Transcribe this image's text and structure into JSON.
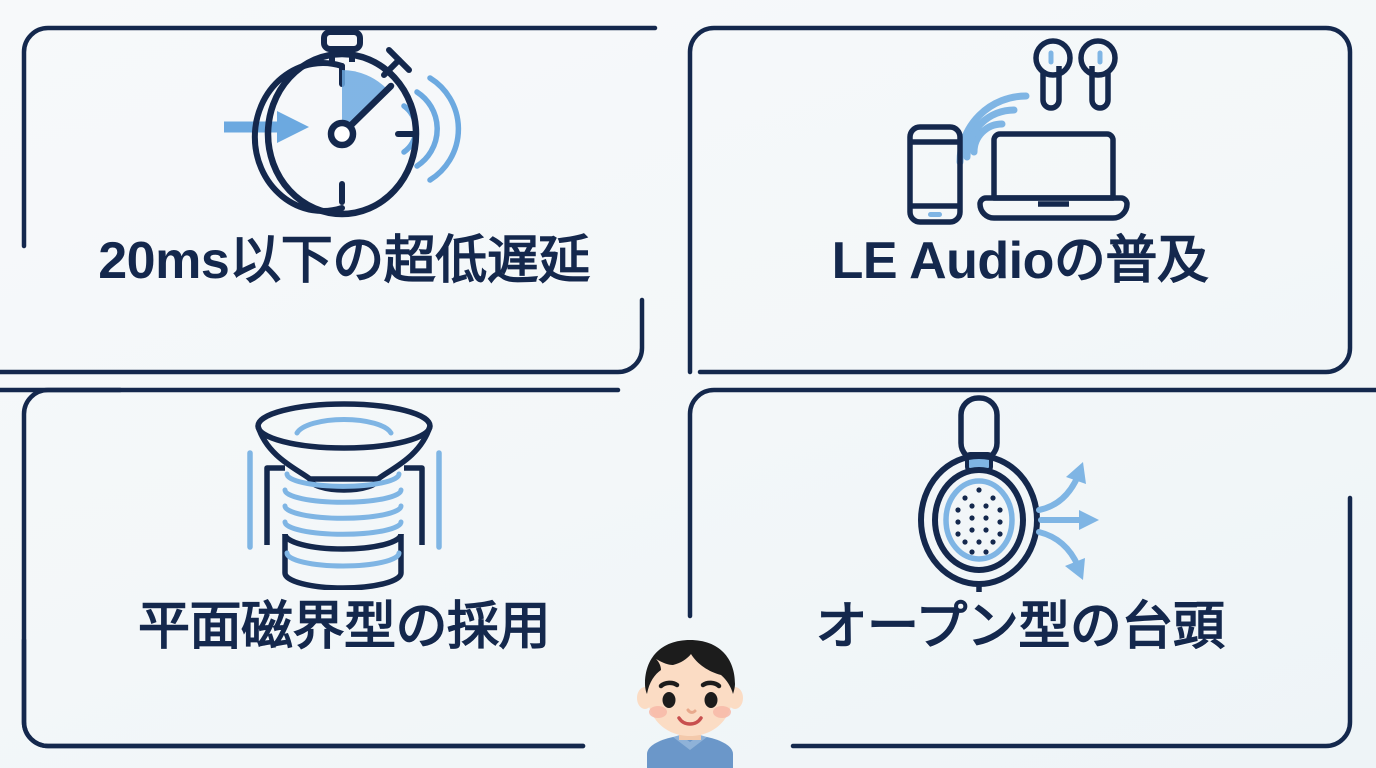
{
  "page": {
    "title": "ワイヤレスイヤホン技術トレンド 4分割インフォグラフィック",
    "background_color": "#f5f8fa",
    "ink_color": "#14284d",
    "accent_color": "#6ca9e0",
    "accent_light": "#9cc8ec"
  },
  "cards": [
    {
      "id": "card-low-latency",
      "position": "top-left",
      "caption": "20ms以下の超低遅延",
      "icon": "stopwatch-icon",
      "icon_parts": [
        "stopwatch-dial",
        "stopwatch-crown",
        "stopwatch-side-button",
        "blue-incoming-arrow",
        "blue-pie-wedge",
        "blue-sound-waves"
      ],
      "border_sides": [
        "top",
        "left-partial",
        "bottom",
        "right-partial"
      ]
    },
    {
      "id": "card-le-audio",
      "position": "top-right",
      "caption": "LE Audioの普及",
      "icon": "wireless-devices-icon",
      "icon_parts": [
        "earbuds-pair",
        "wifi-waves",
        "smartphone",
        "laptop"
      ],
      "border_sides": [
        "top",
        "left",
        "bottom",
        "right"
      ]
    },
    {
      "id": "card-planar-magnetic",
      "position": "bottom-left",
      "caption": "平面磁界型の採用",
      "icon": "speaker-driver-icon",
      "icon_parts": [
        "driver-cone",
        "voice-coil",
        "magnet-body",
        "magnet-brackets"
      ],
      "border_sides": [
        "top-partial",
        "left",
        "bottom-partial"
      ]
    },
    {
      "id": "card-open-back",
      "position": "bottom-right",
      "caption": "オープン型の台頭",
      "icon": "open-back-headphone-icon",
      "icon_parts": [
        "headband-arm",
        "earcup-rings",
        "perforated-grille",
        "airflow-arrows"
      ],
      "border_sides": [
        "top-partial",
        "left-partial",
        "bottom-partial",
        "right-partial"
      ]
    }
  ],
  "character": {
    "name": "boy-illustration",
    "description": "短い黒髪の男の子のイラスト（青いシャツ）",
    "hair_color": "#1c1c1c",
    "skin_color": "#fbdcc4",
    "shirt_color": "#6b97c9",
    "cheek_color": "#f7b9a8"
  }
}
